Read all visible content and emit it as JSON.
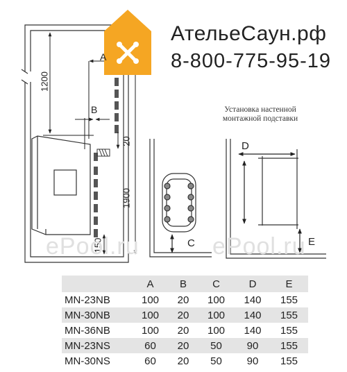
{
  "brand": {
    "name": "АтельеСаун.рф",
    "phone": "8-800-775-95-19",
    "logo_accent": "#f5a623"
  },
  "diagram": {
    "caption_line1": "Установка настенной",
    "caption_line2": "монтажной подставки",
    "dim_labels": {
      "a": "A",
      "b": "B",
      "c": "C",
      "d": "D",
      "e": "E",
      "h1200": "1200",
      "h20": "20",
      "h1900": "1900",
      "h150": "150"
    },
    "watermarks": [
      "ePool.ru",
      "ePool.ru"
    ]
  },
  "table": {
    "headers": [
      "",
      "A",
      "B",
      "C",
      "D",
      "E"
    ],
    "rows": [
      [
        "MN-23NB",
        "100",
        "20",
        "100",
        "140",
        "155"
      ],
      [
        "MN-30NB",
        "100",
        "20",
        "100",
        "140",
        "155"
      ],
      [
        "MN-36NB",
        "100",
        "20",
        "100",
        "140",
        "155"
      ],
      [
        "MN-23NS",
        "60",
        "20",
        "50",
        "90",
        "155"
      ],
      [
        "MN-30NS",
        "60",
        "20",
        "50",
        "90",
        "155"
      ]
    ]
  }
}
